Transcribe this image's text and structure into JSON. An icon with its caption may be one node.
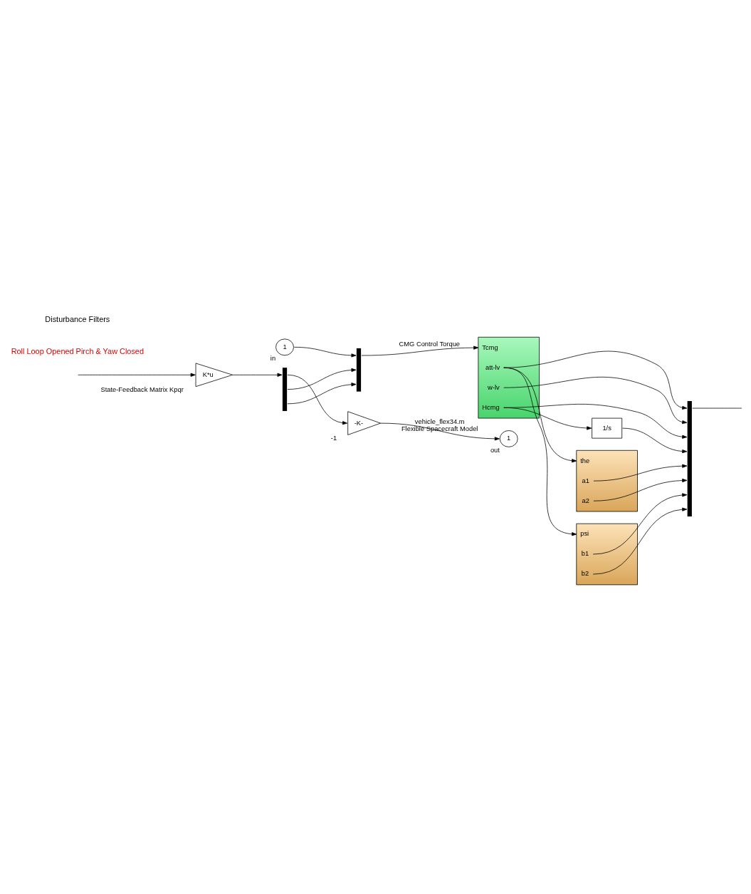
{
  "diagram": {
    "nodes": [
      {
        "text": [
          "1"
        ],
        "beside": [
          "in"
        ]
      },
      {
        "text": [
          "-K-"
        ],
        "beside": [
          "-1"
        ]
      },
      {
        "text": [
          "1"
        ],
        "beside": [
          "out"
        ]
      },
      {
        "text": [],
        "shape": "bar"
      },
      {
        "text": [],
        "shape": "bar"
      },
      {
        "text": [
          "K*u"
        ],
        "beside": [
          "State-Feedback Matrix Kpqr"
        ]
      },
      {
        "text": [
          "Tcmg",
          "att-lv",
          "w-lv",
          "Hcmg"
        ],
        "beside": [
          "vehicle_flex34.m",
          "Flexible Spacecraft Model"
        ]
      },
      {
        "text": [
          "1/s"
        ]
      },
      {
        "text": [
          "the",
          "a1",
          "a2"
        ]
      },
      {
        "text": [
          "psi",
          "b1",
          "b2"
        ]
      },
      {
        "text": [],
        "shape": "bar"
      }
    ],
    "edges": [
      {
        "from": 0,
        "to": 3,
        "arrow": "to"
      },
      {
        "from": 4,
        "to": 1,
        "arrow": "to"
      },
      {
        "from": 1,
        "to": 2,
        "arrow": "to"
      },
      {
        "from": 4,
        "to": 3,
        "arrow": "to"
      },
      {
        "from": 4,
        "to": 3,
        "arrow": "to"
      },
      {
        "from": 5,
        "to": 4,
        "arrow": "to"
      },
      {
        "from": null,
        "to": 5,
        "arrow": "to"
      },
      {
        "from": 3,
        "to": 6,
        "arrow": "to",
        "label": "CMG Control Torque"
      },
      {
        "from": 6,
        "to": 10,
        "arrow": "to"
      },
      {
        "from": 6,
        "to": 10,
        "arrow": "to"
      },
      {
        "from": 6,
        "to": 10,
        "arrow": "to"
      },
      {
        "from": 6,
        "to": 7,
        "arrow": "to"
      },
      {
        "from": 7,
        "to": 10,
        "arrow": "to"
      },
      {
        "from": 6,
        "to": 8,
        "arrow": "to"
      },
      {
        "from": 6,
        "to": 9,
        "arrow": "to"
      },
      {
        "from": 8,
        "to": 10,
        "arrow": "to"
      },
      {
        "from": 8,
        "to": 10,
        "arrow": "to"
      },
      {
        "from": 9,
        "to": 10,
        "arrow": "to"
      },
      {
        "from": 9,
        "to": 10,
        "arrow": "to"
      },
      {
        "from": 10,
        "to": null,
        "arrow": "none"
      }
    ],
    "labels": [
      "Roll Loop Opened Pirch & Yaw Closed",
      "Disturbance Filters"
    ]
  }
}
